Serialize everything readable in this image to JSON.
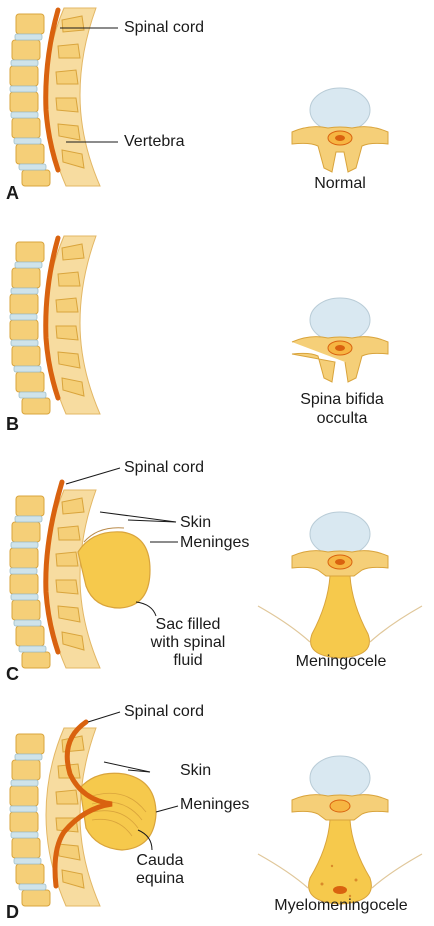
{
  "panels": [
    {
      "letter": "A",
      "labels": {
        "spinal_cord": "Spinal cord",
        "vertebra": "Vertebra"
      },
      "caption": "Normal"
    },
    {
      "letter": "B",
      "caption_line1": "Spina bifida",
      "caption_line2": "occulta"
    },
    {
      "letter": "C",
      "labels": {
        "spinal_cord": "Spinal cord",
        "skin": "Skin",
        "meninges": "Meninges",
        "sac_line1": "Sac filled",
        "sac_line2": "with spinal",
        "sac_line3": "fluid"
      },
      "caption": "Meningocele"
    },
    {
      "letter": "D",
      "labels": {
        "spinal_cord": "Spinal cord",
        "skin": "Skin",
        "meninges": "Meninges",
        "cauda_line1": "Cauda",
        "cauda_line2": "equina"
      },
      "caption": "Myelomeningocele"
    }
  ],
  "colors": {
    "bone": "#f2c565",
    "bone_light": "#f9dc8f",
    "bone_outline": "#d9a43c",
    "disc": "#cfe3ea",
    "cord": "#d9620f",
    "sac": "#f6c94c",
    "csf": "#d9e8f1",
    "skin_line": "#e8d6b2"
  }
}
